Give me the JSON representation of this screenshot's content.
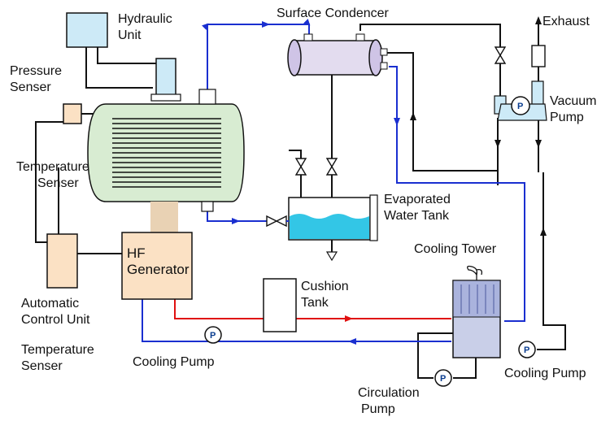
{
  "labels": {
    "hydraulic_unit": [
      "Hydraulic",
      "Unit"
    ],
    "surface_condenser": "Surface Condencer",
    "exhaust": "Exhaust",
    "pressure_sensor": [
      "Pressure",
      "Senser"
    ],
    "temperature_sensor_top": [
      "Temperature",
      "Senser"
    ],
    "vacuum_pump": [
      "Vacuum",
      "Pump"
    ],
    "evaporated_water_tank": [
      "Evaporated",
      "Water Tank"
    ],
    "cooling_tower": "Cooling Tower",
    "hf_generator": [
      "HF",
      "Generator"
    ],
    "cushion_tank": [
      "Cushion",
      "Tank"
    ],
    "automatic_control_unit": [
      "Automatic",
      "Control Unit"
    ],
    "temperature_sensor_bottom": [
      "Temperature",
      "Senser"
    ],
    "cooling_pump_left": "Cooling Pump",
    "cooling_pump_right": "Cooling Pump",
    "circulation_pump": [
      "Circulation",
      "Pump"
    ]
  },
  "pump_symbol": "P",
  "colors": {
    "vessel_fill": "#d8ecd2",
    "box_fill": "#fbe1c4",
    "hydraulic_fill": "#cdeaf7",
    "condenser_fill": "#e3dcef",
    "tower_fill": "#c9cfe8",
    "water_fill": "#33c6e6",
    "pipe_blue": "#1a2fd0",
    "pipe_red": "#e01010",
    "pipe_black": "#111111"
  }
}
